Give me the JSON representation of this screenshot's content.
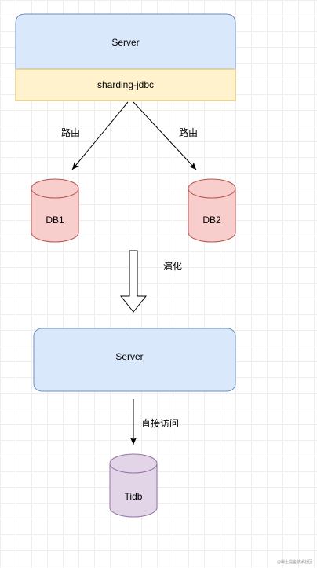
{
  "nodes": {
    "server_top": "Server",
    "sharding": "sharding-jdbc",
    "db1": "DB1",
    "db2": "DB2",
    "server_bottom": "Server",
    "tidb": "Tidb"
  },
  "edges": {
    "route_left": "路由",
    "route_right": "路由",
    "evolve": "演化",
    "direct_access": "直接访问"
  },
  "watermark": "@稀土掘金技术社区",
  "colors": {
    "server_fill": "#dae8fc",
    "server_stroke": "#6c8ebf",
    "sharding_fill": "#fff2cc",
    "sharding_stroke": "#d6b656",
    "db_fill": "#f8cecc",
    "db_stroke": "#b85450",
    "tidb_fill": "#e1d5e7",
    "tidb_stroke": "#9673a6"
  }
}
